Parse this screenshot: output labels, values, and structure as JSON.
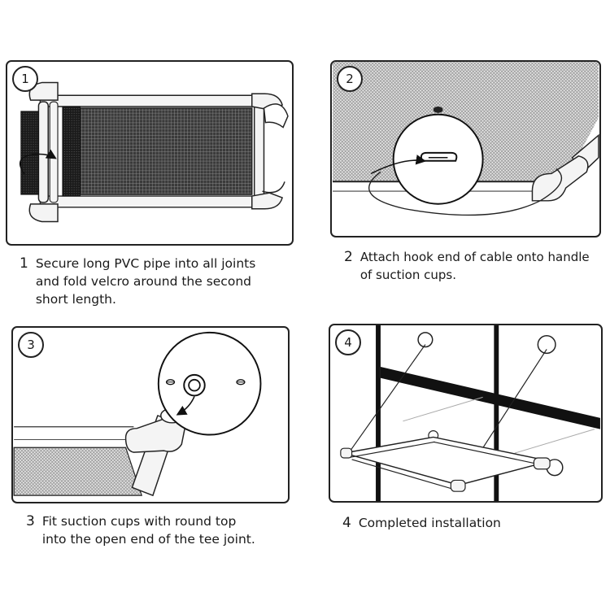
{
  "steps": [
    {
      "number": "1",
      "caption": "Secure long PVC pipe into all joints\nand fold velcro around the second\nshort length."
    },
    {
      "number": "2",
      "caption": "Attach hook end of cable onto handle\nof suction cups."
    },
    {
      "number": "3",
      "caption": "Fit suction cups with round top\ninto the open end of the tee joint."
    },
    {
      "number": "4",
      "caption": "Completed installation"
    }
  ]
}
